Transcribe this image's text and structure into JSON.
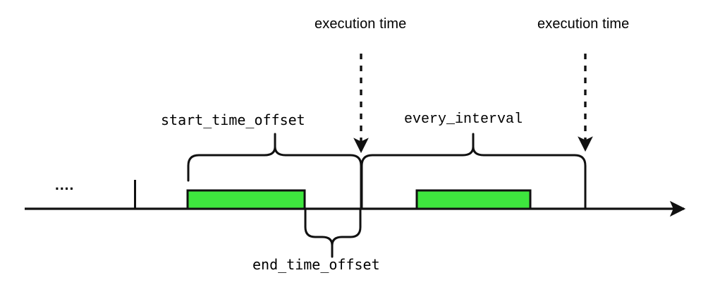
{
  "diagram": {
    "title": "schedule timeline diagram",
    "colors": {
      "stroke": "#111111",
      "window_fill": "#3ee63e",
      "window_stroke": "#111111",
      "background": "#ffffff"
    },
    "axis": {
      "name": "time-axis",
      "direction": "left-to-right",
      "arrowhead": "right"
    },
    "labels": {
      "ellipsis": "....",
      "execution_time_1": "execution time",
      "execution_time_2": "execution time",
      "start_time_offset": "start_time_offset",
      "every_interval": "every_interval",
      "end_time_offset": "end_time_offset"
    },
    "windows": [
      {
        "name": "data-interval-window-1",
        "fill": "#3ee63e"
      },
      {
        "name": "data-interval-window-2",
        "fill": "#3ee63e"
      }
    ],
    "markers": [
      {
        "name": "execution-marker-1",
        "style": "dashed-arrow-down"
      },
      {
        "name": "execution-marker-2",
        "style": "dashed-arrow-down"
      }
    ],
    "braces": [
      {
        "name": "start-time-offset-brace",
        "orientation": "up"
      },
      {
        "name": "every-interval-brace",
        "orientation": "up"
      },
      {
        "name": "end-time-offset-brace",
        "orientation": "down"
      }
    ]
  }
}
